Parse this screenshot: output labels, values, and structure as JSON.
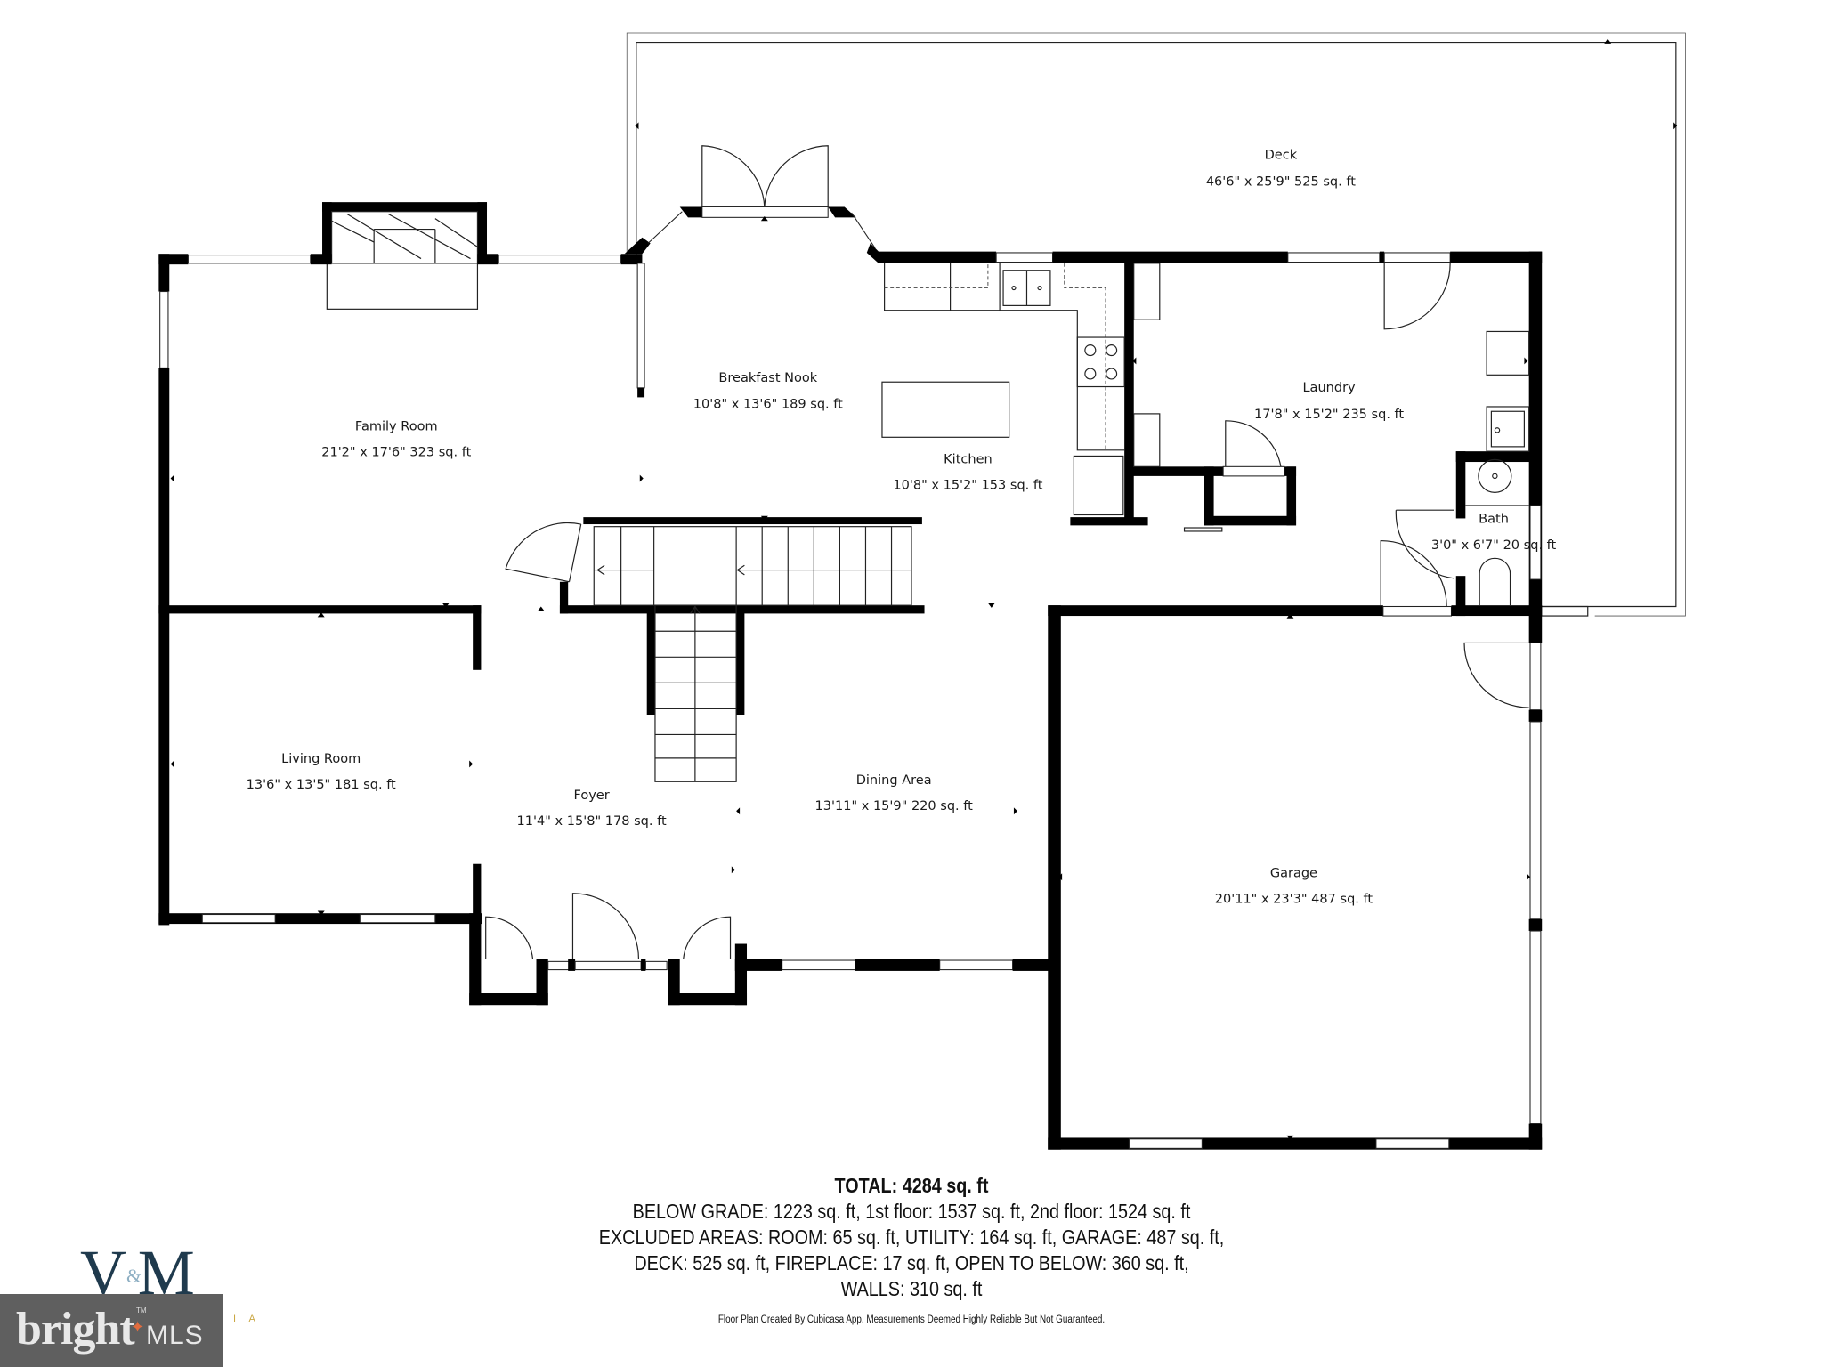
{
  "floor_plan": {
    "rooms": [
      {
        "id": "deck",
        "name": "Deck",
        "dims": "46'6\" x 25'9\" 525 sq. ft"
      },
      {
        "id": "family-room",
        "name": "Family Room",
        "dims": "21'2\" x 17'6\" 323 sq. ft"
      },
      {
        "id": "breakfast-nook",
        "name": "Breakfast Nook",
        "dims": "10'8\" x 13'6\" 189 sq. ft"
      },
      {
        "id": "kitchen",
        "name": "Kitchen",
        "dims": "10'8\" x 15'2\" 153 sq. ft"
      },
      {
        "id": "laundry",
        "name": "Laundry",
        "dims": "17'8\" x 15'2\" 235 sq. ft"
      },
      {
        "id": "bath",
        "name": "Bath",
        "dims": "3'0\" x 6'7\" 20 sq. ft"
      },
      {
        "id": "living-room",
        "name": "Living Room",
        "dims": "13'6\" x 13'5\" 181 sq. ft"
      },
      {
        "id": "foyer",
        "name": "Foyer",
        "dims": "11'4\" x 15'8\" 178 sq. ft"
      },
      {
        "id": "dining-area",
        "name": "Dining Area",
        "dims": "13'11\" x 15'9\" 220 sq. ft"
      },
      {
        "id": "garage",
        "name": "Garage",
        "dims": "20'11\" x 23'3\" 487 sq. ft"
      }
    ],
    "icons": [
      "fireplace-icon",
      "stairs-icon",
      "sink-icon",
      "stove-icon",
      "toilet-icon",
      "door-swing-icon",
      "window-icon"
    ]
  },
  "summary": {
    "total": "TOTAL: 4284 sq. ft",
    "lines": [
      "BELOW GRADE: 1223 sq. ft, 1st floor: 1537 sq. ft, 2nd floor: 1524 sq. ft",
      "EXCLUDED AREAS: ROOM: 65 sq. ft, UTILITY: 164 sq. ft, GARAGE: 487 sq. ft,",
      "DECK: 525 sq. ft, FIREPLACE: 17 sq. ft, OPEN TO BELOW: 360 sq. ft,",
      "WALLS: 310 sq. ft"
    ],
    "credit": "Floor Plan Created By Cubicasa App. Measurements Deemed Highly Reliable But Not Guaranteed."
  },
  "branding": {
    "vm_logo": "V M",
    "vm_amp": "&",
    "vm_sub": "I A",
    "bright_word": "bright",
    "bright_mls": "MLS",
    "bright_tm": "TM",
    "colors": {
      "vm_navy": "#1f3a4d",
      "bright_gray": "#5f5f5f",
      "bright_orange": "#e26c3e",
      "vm_gold": "#c9a642"
    }
  }
}
